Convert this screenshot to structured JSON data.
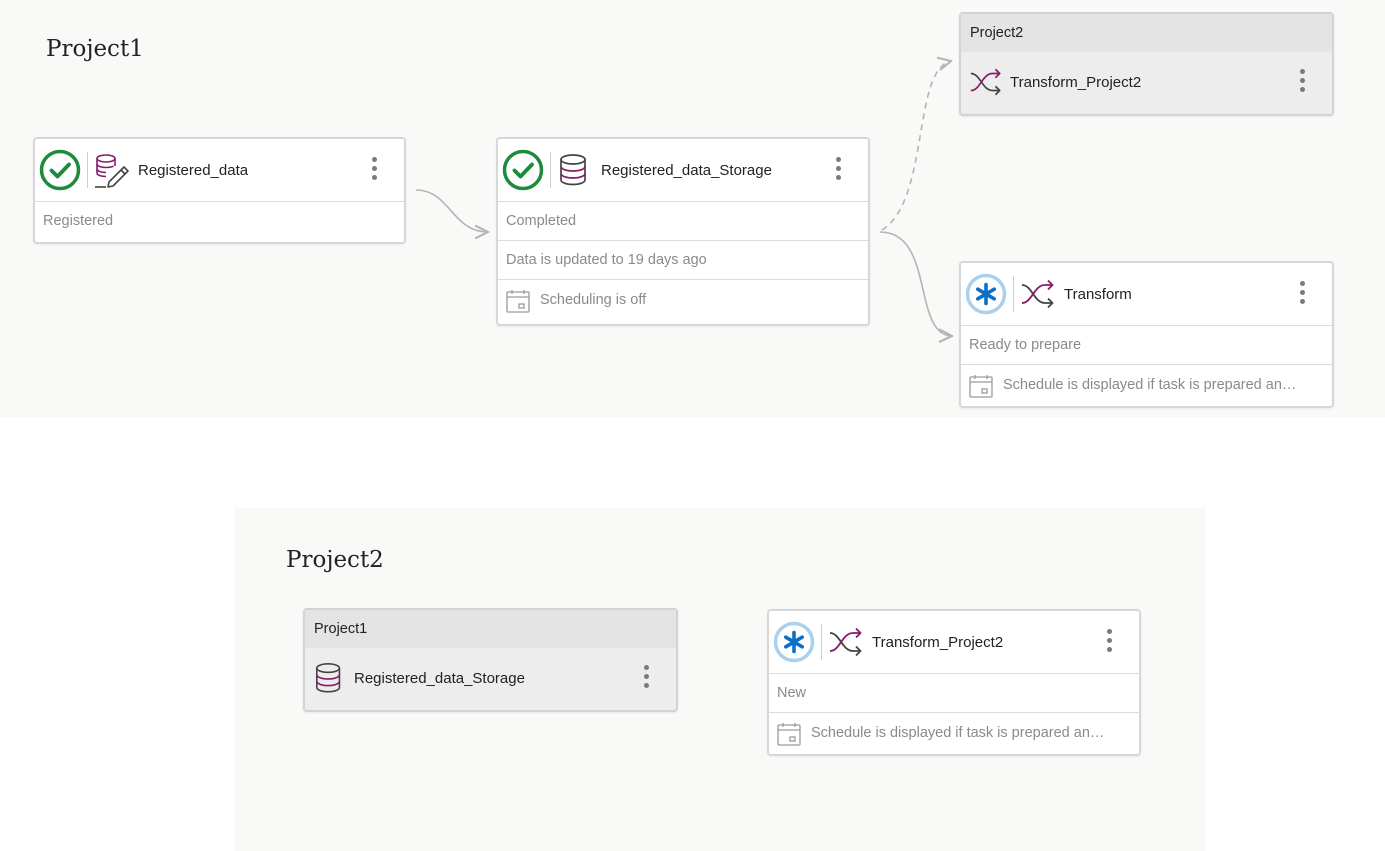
{
  "colors": {
    "success": "#1e8a3c",
    "info": "#0a6fc9",
    "info_ring": "#a9d0ee",
    "data_icon": "#8a1a6a",
    "line": "#b4b4b4"
  },
  "project1": {
    "title": "Project1",
    "registered_data": {
      "name": "Registered_data",
      "status_icon": "check-circle-icon",
      "type_icon": "database-edit-icon",
      "status_text": "Registered"
    },
    "storage": {
      "name": "Registered_data_Storage",
      "status_icon": "check-circle-icon",
      "type_icon": "database-icon",
      "status_text": "Completed",
      "update_text": "Data is updated to 19 days ago",
      "schedule_icon": "calendar-icon",
      "schedule_text": "Scheduling is off"
    },
    "external_project2": {
      "project": "Project2",
      "name": "Transform_Project2",
      "type_icon": "transform-icon"
    },
    "transform": {
      "name": "Transform",
      "status_icon": "asterisk-circle-icon",
      "type_icon": "transform-icon",
      "status_text": "Ready to prepare",
      "schedule_icon": "calendar-icon",
      "schedule_text": "Schedule is displayed if task is prepared an…"
    }
  },
  "project2": {
    "title": "Project2",
    "external_project1": {
      "project": "Project1",
      "name": "Registered_data_Storage",
      "type_icon": "database-icon"
    },
    "transform_project2": {
      "name": "Transform_Project2",
      "status_icon": "asterisk-circle-icon",
      "type_icon": "transform-icon",
      "status_text": "New",
      "schedule_icon": "calendar-icon",
      "schedule_text": "Schedule is displayed if task is prepared an…"
    }
  }
}
